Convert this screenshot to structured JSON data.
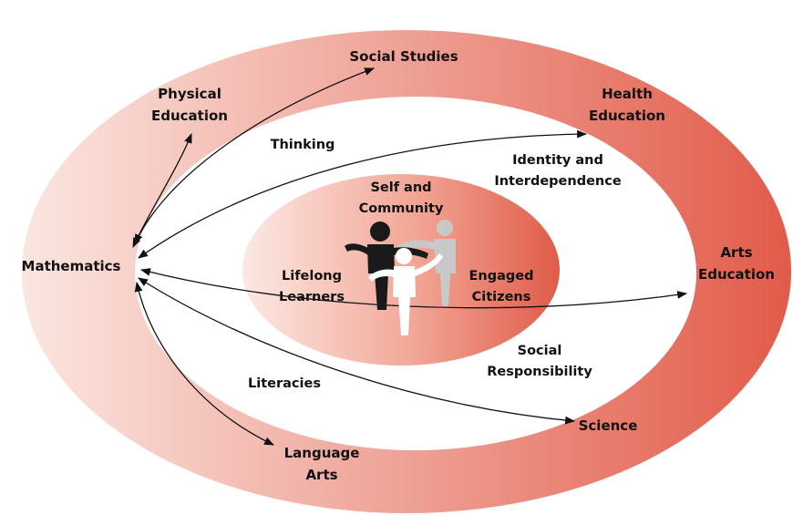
{
  "outer_ring": {
    "subjects": {
      "social_studies": [
        "Social Studies"
      ],
      "physical_education": [
        "Physical",
        "Education"
      ],
      "health_education": [
        "Health",
        "Education"
      ],
      "mathematics": [
        "Mathematics"
      ],
      "arts_education": [
        "Arts",
        "Education"
      ],
      "science": [
        "Science"
      ],
      "language_arts": [
        "Language",
        "Arts"
      ]
    }
  },
  "middle_ring": {
    "competencies": {
      "thinking": [
        "Thinking"
      ],
      "identity": [
        "Identity and",
        "Interdependence"
      ],
      "social_responsibility": [
        "Social",
        "Responsibility"
      ],
      "literacies": [
        "Literacies"
      ]
    }
  },
  "center": {
    "goals": {
      "self_community": [
        "Self and",
        "Community"
      ],
      "lifelong": [
        "Lifelong",
        "Learners"
      ],
      "engaged": [
        "Engaged",
        "Citizens"
      ]
    }
  },
  "colors": {
    "ring_light": "#fbe3dc",
    "ring_dark": "#e2604f",
    "center_light": "#fbe7e2",
    "center_dark": "#e25f4e",
    "arrow": "#111111",
    "figure_black": "#1a1a1a",
    "figure_white": "#ffffff",
    "figure_gray": "#c7c7c7"
  }
}
